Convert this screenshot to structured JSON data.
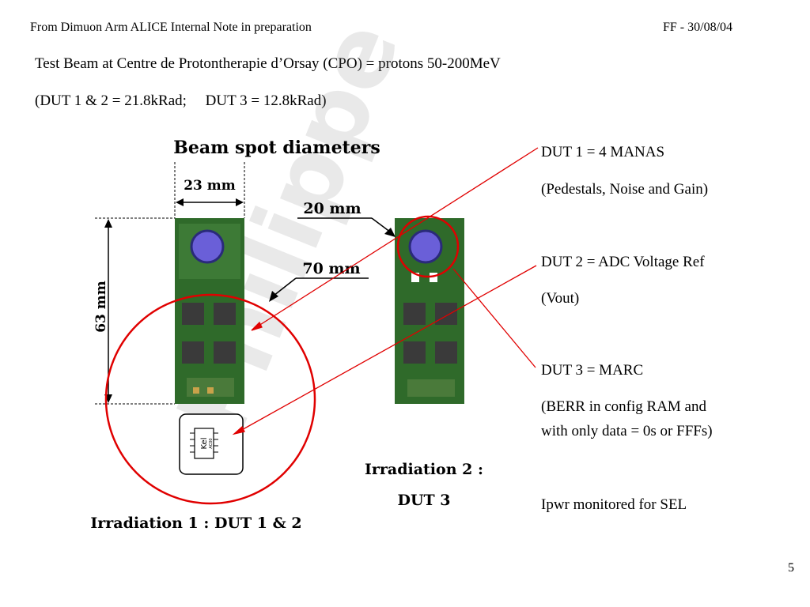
{
  "header": {
    "left": "From Dimuon Arm ALICE Internal Note in preparation",
    "right": "FF - 30/08/04"
  },
  "intro": {
    "line1": "Test Beam at Centre de Protontherapie d’Orsay (CPO) = protons 50-200MeV",
    "line2": "(DUT 1 & 2 = 21.8kRad;     DUT 3 = 12.8kRad)"
  },
  "figure": {
    "title": "Beam spot diameters",
    "dim_23": "23 mm",
    "dim_63": "63 mm",
    "dim_20": "20 mm",
    "dim_70": "70 mm",
    "chip_text": "Kel",
    "chip_sub": "AC00",
    "caption1": "Irradiation 1 : DUT 1 & 2",
    "caption2_line1": "Irradiation 2 :",
    "caption2_line2": "DUT 3",
    "watermark": "Philippe"
  },
  "notes": {
    "dut1_title": "DUT 1 = 4 MANAS",
    "dut1_desc": "(Pedestals, Noise and Gain)",
    "dut2_title": "DUT 2 = ADC Voltage Ref",
    "dut2_desc": "(Vout)",
    "dut3_title": "DUT 3 = MARC",
    "dut3_desc1": "(BERR in config RAM and",
    "dut3_desc2": "with only data = 0s or FFFs)",
    "ipwr": "Ipwr monitored for SEL"
  },
  "page_number": "5",
  "colors": {
    "annotation_red": "#e00000",
    "board_green": "#2f6a2a",
    "chip_purple": "#6a5fd8"
  }
}
